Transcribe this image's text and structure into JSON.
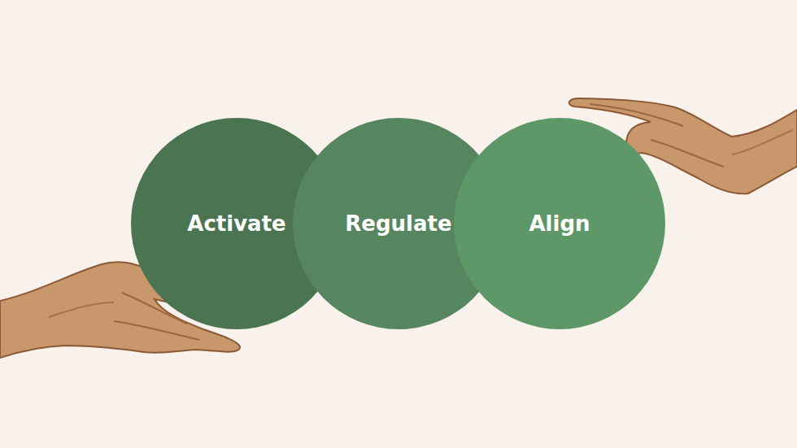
{
  "diagram": {
    "nodes": [
      {
        "text": [
          "Activate"
        ]
      },
      {
        "text": [
          "Regulate"
        ]
      },
      {
        "text": [
          "Align"
        ]
      }
    ]
  }
}
